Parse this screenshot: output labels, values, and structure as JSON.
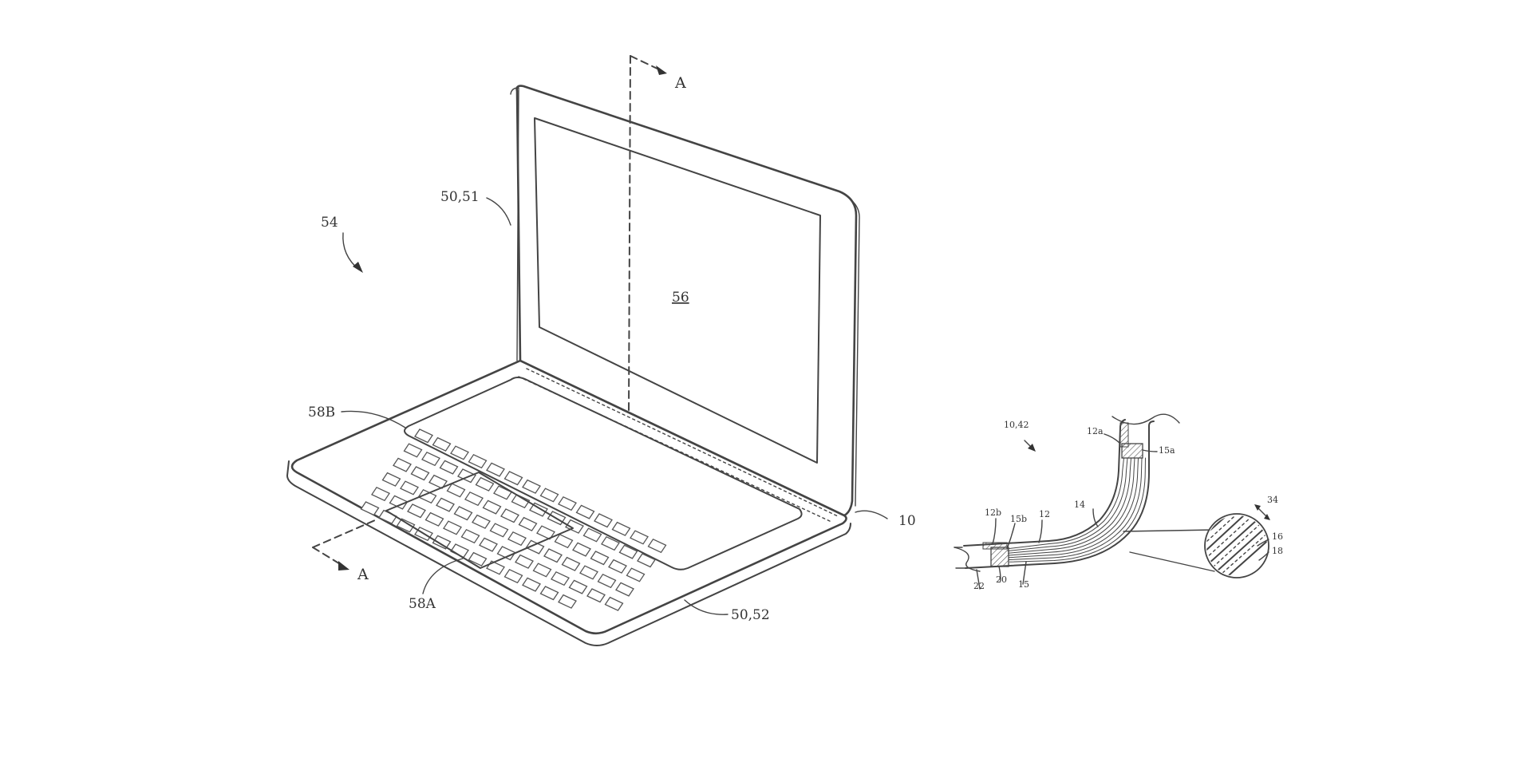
{
  "figure_left": {
    "labels": {
      "device": "54",
      "display_housing": "50,51",
      "display": "56",
      "keyboard": "58B",
      "trackpad": "58A",
      "base_housing": "50,52",
      "hinge_region": "10",
      "section_top": "A",
      "section_bottom": "A"
    }
  },
  "figure_right": {
    "labels": {
      "assembly": "10,42",
      "upper_end": "12a",
      "upper_insert": "15a",
      "lower_end": "12b",
      "lower_insert": "15b",
      "body": "12",
      "bend_layers": "14",
      "detail_gap": "34",
      "fiber_a": "16",
      "fiber_b": "18",
      "outer_skin": "22",
      "insert_block": "20",
      "core": "15"
    }
  }
}
